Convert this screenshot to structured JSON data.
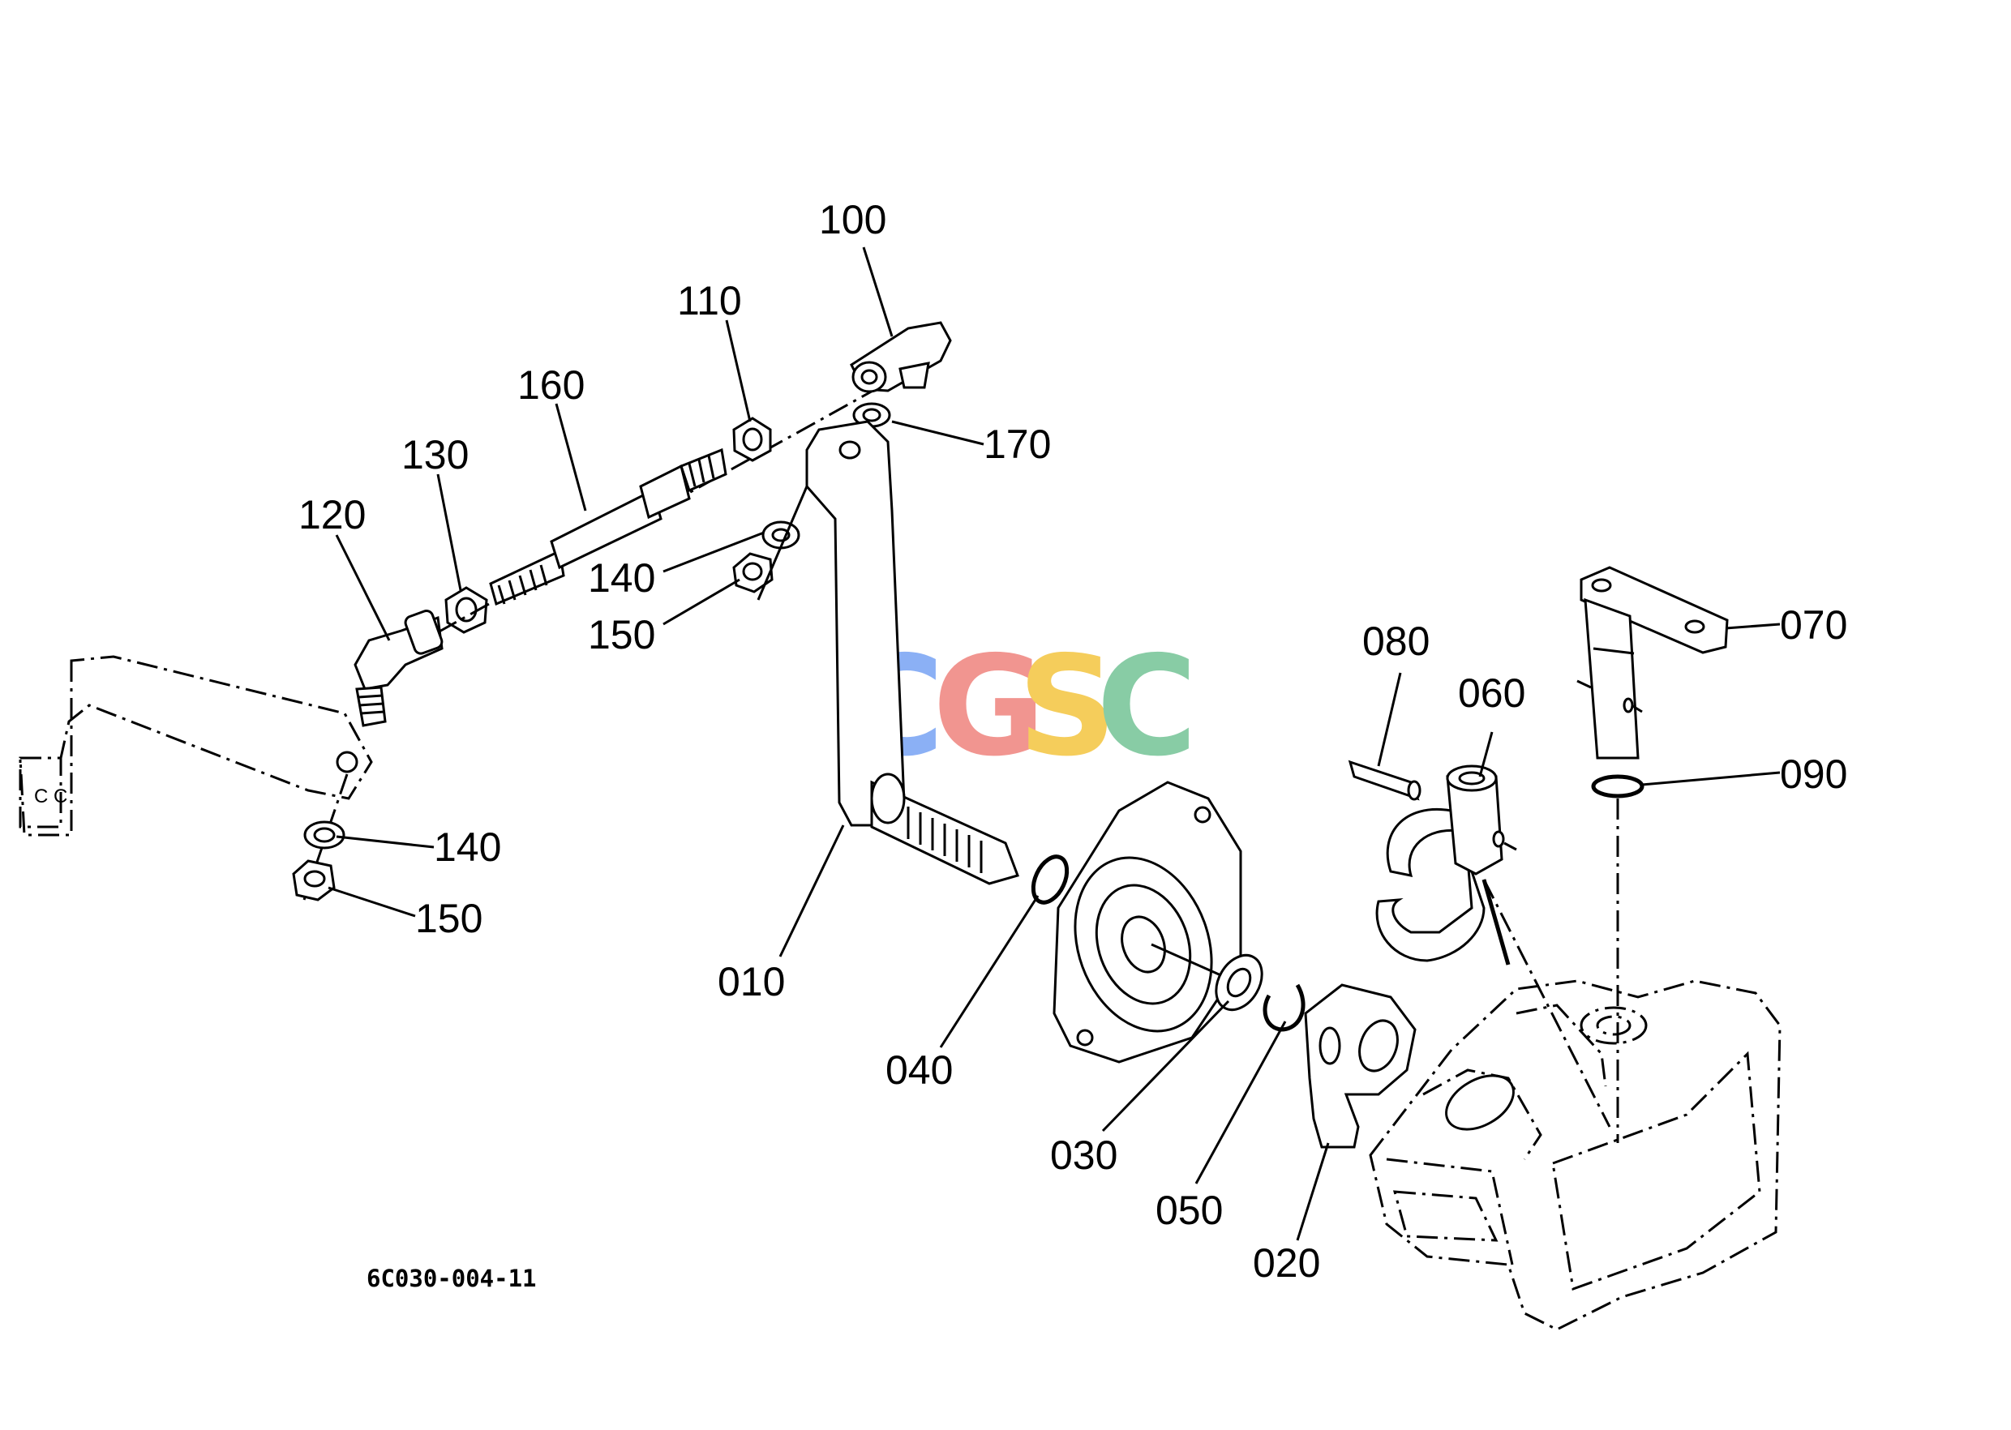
{
  "diagram": {
    "drawing_code": "6C030-004-11",
    "watermark": {
      "letters": [
        "C",
        "G",
        "S",
        "C"
      ],
      "colors": [
        "#7fa8f5",
        "#f08a84",
        "#f5c84a",
        "#7cc79c"
      ]
    },
    "callouts": [
      {
        "id": "100",
        "text": "100"
      },
      {
        "id": "110",
        "text": "110"
      },
      {
        "id": "160",
        "text": "160"
      },
      {
        "id": "130",
        "text": "130"
      },
      {
        "id": "120",
        "text": "120"
      },
      {
        "id": "170",
        "text": "170"
      },
      {
        "id": "140a",
        "text": "140"
      },
      {
        "id": "150a",
        "text": "150"
      },
      {
        "id": "140b",
        "text": "140"
      },
      {
        "id": "150b",
        "text": "150"
      },
      {
        "id": "010",
        "text": "010"
      },
      {
        "id": "040",
        "text": "040"
      },
      {
        "id": "030",
        "text": "030"
      },
      {
        "id": "050",
        "text": "050"
      },
      {
        "id": "020",
        "text": "020"
      },
      {
        "id": "080",
        "text": "080"
      },
      {
        "id": "060",
        "text": "060"
      },
      {
        "id": "070",
        "text": "070"
      },
      {
        "id": "090",
        "text": "090"
      }
    ]
  }
}
